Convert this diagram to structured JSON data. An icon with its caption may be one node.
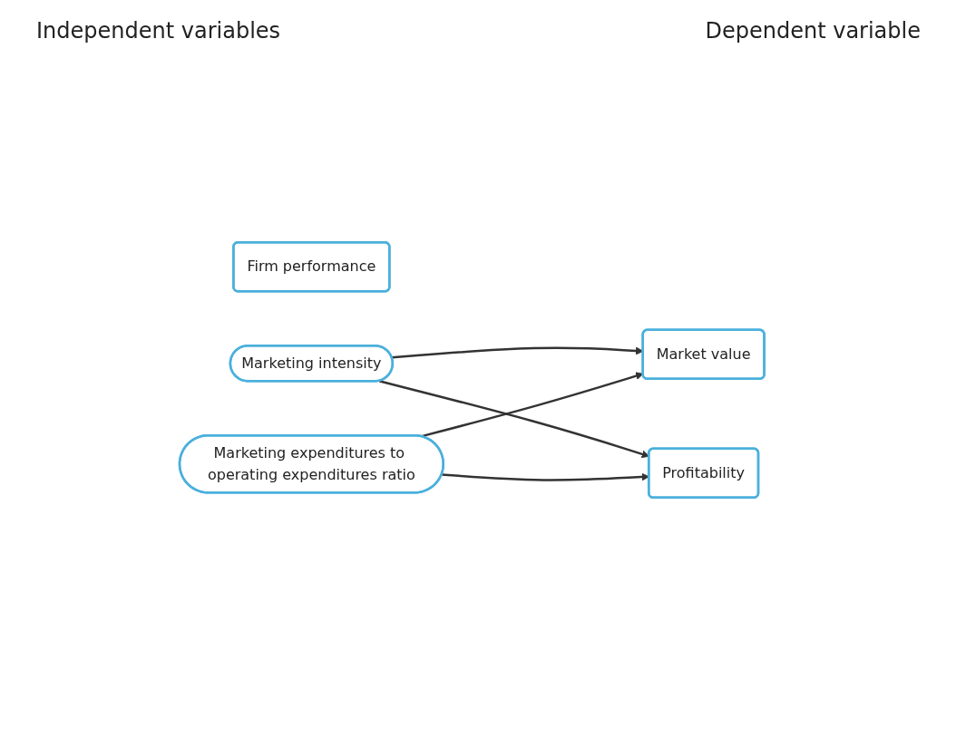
{
  "diagram": {
    "nodes": [
      {
        "text": [
          "Firm performance"
        ]
      },
      {
        "text": [
          "Marketing intensity"
        ]
      },
      {
        "text": [
          "Marketing expenditures to operating expenditures ratio"
        ]
      },
      {
        "text": [
          "Market value"
        ]
      },
      {
        "text": [
          "Profitability"
        ]
      }
    ],
    "edges": [
      {
        "from": 1,
        "to": 3,
        "arrow": "to"
      },
      {
        "from": 1,
        "to": 4,
        "arrow": "to"
      },
      {
        "from": 2,
        "to": 3,
        "arrow": "to"
      },
      {
        "from": 2,
        "to": 4,
        "arrow": "to"
      }
    ],
    "labels": [
      "Dependent variable",
      "Independent variables"
    ]
  }
}
